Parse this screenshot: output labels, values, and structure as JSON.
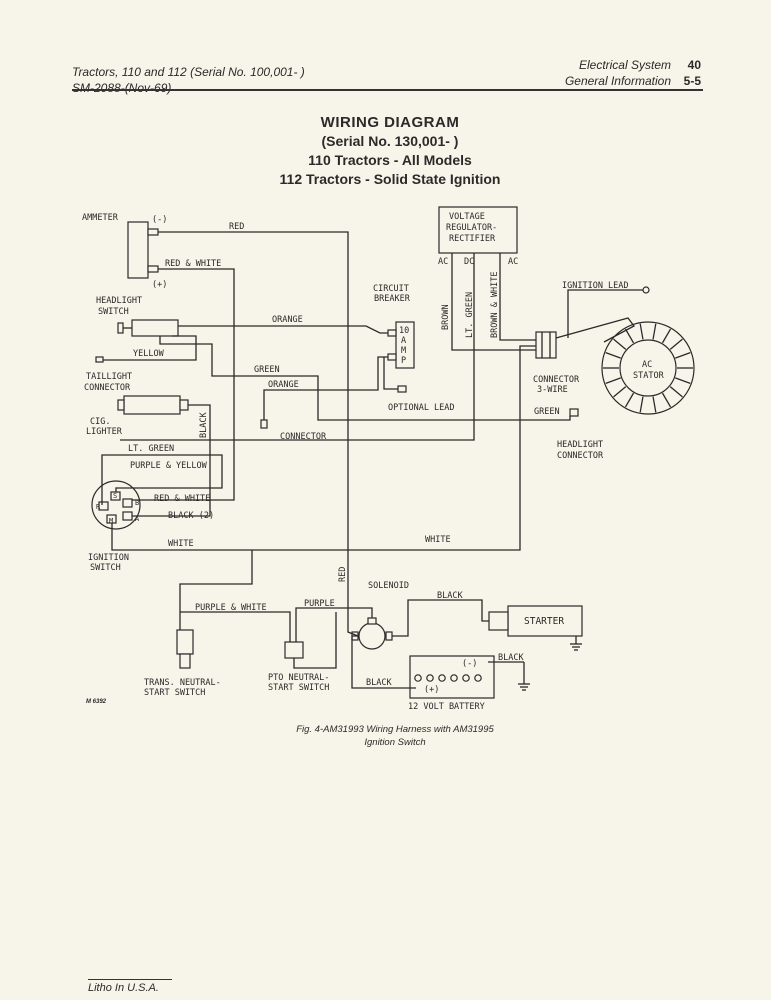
{
  "header": {
    "left_line1": "Tractors, 110 and 112 (Serial No. 100,001-            )",
    "left_line2": "SM-2088-(Nov-69)",
    "right_line1_label": "Electrical System",
    "right_line1_num": "40",
    "right_line2_label": "General Information",
    "right_line2_num": "5-5"
  },
  "title": {
    "line1": "WIRING DIAGRAM",
    "line2": "(Serial No. 130,001-            )",
    "line3": "110 Tractors - All Models",
    "line4": "112 Tractors - Solid State Ignition"
  },
  "labels": {
    "ammeter": "AMMETER",
    "ammeter_minus": "(-)",
    "ammeter_plus": "(+)",
    "red": "RED",
    "red_white": "RED & WHITE",
    "headlight_switch_1": "HEADLIGHT",
    "headlight_switch_2": "SWITCH",
    "orange": "ORANGE",
    "yellow": "YELLOW",
    "taillight_1": "TAILLIGHT",
    "taillight_2": "CONNECTOR",
    "green": "GREEN",
    "orange2": "ORANGE",
    "cig_1": "CIG.",
    "cig_2": "LIGHTER",
    "black_vertical": "BLACK",
    "connector": "CONNECTOR",
    "lt_green": "LT. GREEN",
    "purple_yellow": "PURPLE & YELLOW",
    "red_white2": "RED & WHITE",
    "black2": "BLACK (2)",
    "white_left": "WHITE",
    "white_right": "WHITE",
    "ignition_switch_1": "IGNITION",
    "ignition_switch_2": "SWITCH",
    "sw_s": "S",
    "sw_r": "R",
    "sw_b": "B",
    "sw_m": "M",
    "sw_a": "A",
    "circuit_breaker_1": "CIRCUIT",
    "circuit_breaker_2": "BREAKER",
    "breaker_amp": [
      "10",
      "A",
      "M",
      "P"
    ],
    "optional_lead": "OPTIONAL LEAD",
    "vrr_1": "VOLTAGE",
    "vrr_2": "REGULATOR-",
    "vrr_3": "RECTIFIER",
    "ac_left": "AC",
    "dc": "DC",
    "ac_right": "AC",
    "brown": "BROWN",
    "lt_green_vertical": "LT. GREEN",
    "brown_white": "BROWN & WHITE",
    "ignition_lead": "IGNITION LEAD",
    "connector_3wire_1": "CONNECTOR",
    "connector_3wire_2": "3-WIRE",
    "ac_stator_1": "AC",
    "ac_stator_2": "STATOR",
    "green_right": "GREEN",
    "headlight_conn_1": "HEADLIGHT",
    "headlight_conn_2": "CONNECTOR",
    "red_vertical": "RED",
    "solenoid": "SOLENOID",
    "black_top": "BLACK",
    "starter": "STARTER",
    "purple_white": "PURPLE & WHITE",
    "purple": "PURPLE",
    "black_batt_minus": "BLACK",
    "black_batt_plus": "BLACK",
    "batt_minus": "(-)",
    "batt_plus": "(+)",
    "battery": "12 VOLT BATTERY",
    "trans_1": "TRANS. NEUTRAL-",
    "trans_2": "START SWITCH",
    "pto_1": "PTO NEUTRAL-",
    "pto_2": "START SWITCH"
  },
  "figure_id": "M 6392",
  "caption_line1": "Fig. 4-AM31993 Wiring Harness with AM31995",
  "caption_line2": "Ignition Switch",
  "footer": "Litho In U.S.A."
}
